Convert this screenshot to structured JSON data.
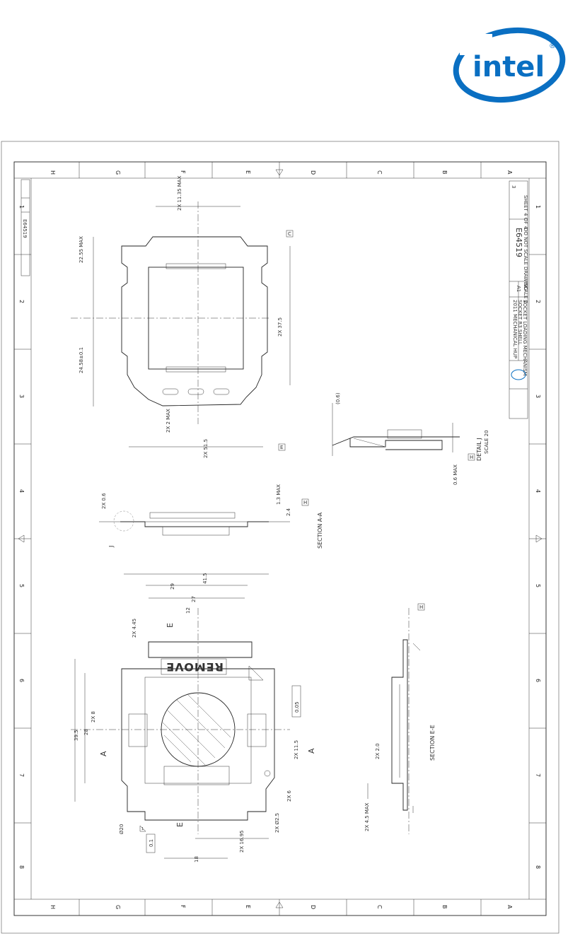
{
  "logo": {
    "text": "intel"
  },
  "border": {
    "zones_letters": [
      "H",
      "G",
      "F",
      "E",
      "D",
      "C",
      "B",
      "A"
    ],
    "zones_numbers": [
      "1",
      "2",
      "3",
      "4",
      "5",
      "6",
      "7",
      "8"
    ]
  },
  "title_block": {
    "drawing_number": "E64519",
    "rev": "3",
    "sheet": "SHEET 4 OF 4",
    "scale": "SCALE 2",
    "size": "A1",
    "dwg_no_small": "E64519",
    "title_lines": [
      "2011 MECHANICAL HUP",
      "SOCKET R3 SHELL",
      "SOCKET LOADING MECHANISM"
    ],
    "do_not_scale": "DO NOT SCALE DRAWING"
  },
  "top_view": {
    "dims": [
      "2X 11.35 MAX",
      "22.55 MAX",
      "24.58±0.1",
      "2X 37.5",
      "2X 2 MAX",
      "2X 51.5"
    ],
    "datums": [
      "C",
      "E"
    ]
  },
  "detail_j": {
    "dims": [
      "(0.6)",
      "0.6 MAX"
    ],
    "label": "DETAIL J",
    "scale": "SCALE 20",
    "datum": "H"
  },
  "section_aa": {
    "dims": [
      "2X 0.6",
      "1.3 MAX",
      "2.4"
    ],
    "label": "SECTION A-A",
    "callout": "J",
    "datum": "H"
  },
  "bottom_view": {
    "dims": [
      "41.5",
      "29",
      "27",
      "12",
      "2X 4.45",
      "39.5",
      "28",
      "2X 8",
      "2X 11.5",
      "2X 6",
      "2X Ø2.5",
      "2X 16.95",
      "18",
      "Ø20"
    ],
    "engraving": "REMOVE",
    "section_marks": [
      "E",
      "E",
      "A",
      "A"
    ],
    "tolerance_boxes": [
      "0.05",
      "0.1"
    ],
    "flag": "1"
  },
  "section_ee": {
    "dims": [
      "2X 2.0",
      "2X 4.5 MAX"
    ],
    "label": "SECTION E-E",
    "datum": "H"
  }
}
